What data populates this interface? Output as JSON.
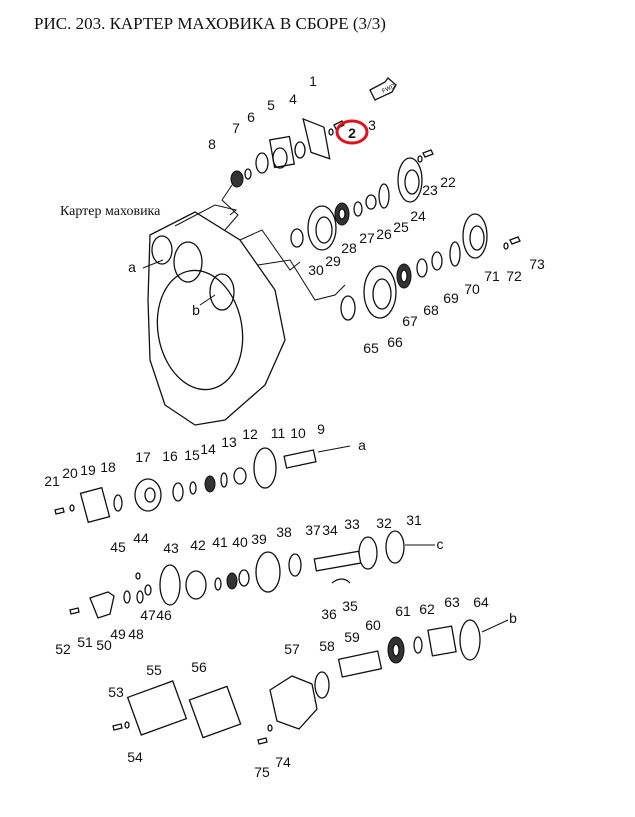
{
  "title": "РИС. 203. КАРТЕР МАХОВИКА В СБОРЕ (3/3)",
  "housing_label": "Картер маховика",
  "highlight_color": "#e0101a",
  "highlighted_part": "2",
  "fwd_label": "FWD",
  "refs": {
    "a": "a",
    "b": "b",
    "c": "c"
  },
  "callouts": [
    "1",
    "2",
    "3",
    "4",
    "5",
    "6",
    "7",
    "8",
    "22",
    "23",
    "24",
    "25",
    "26",
    "27",
    "28",
    "29",
    "30",
    "65",
    "66",
    "67",
    "68",
    "69",
    "70",
    "71",
    "72",
    "73",
    "9",
    "10",
    "11",
    "12",
    "13",
    "14",
    "15",
    "16",
    "17",
    "18",
    "19",
    "20",
    "21",
    "31",
    "32",
    "33",
    "34",
    "35",
    "36",
    "37",
    "38",
    "39",
    "40",
    "41",
    "42",
    "43",
    "44",
    "45",
    "46",
    "47",
    "48",
    "49",
    "50",
    "51",
    "52",
    "53",
    "54",
    "55",
    "56",
    "57",
    "58",
    "59",
    "60",
    "61",
    "62",
    "63",
    "64",
    "74",
    "75"
  ]
}
